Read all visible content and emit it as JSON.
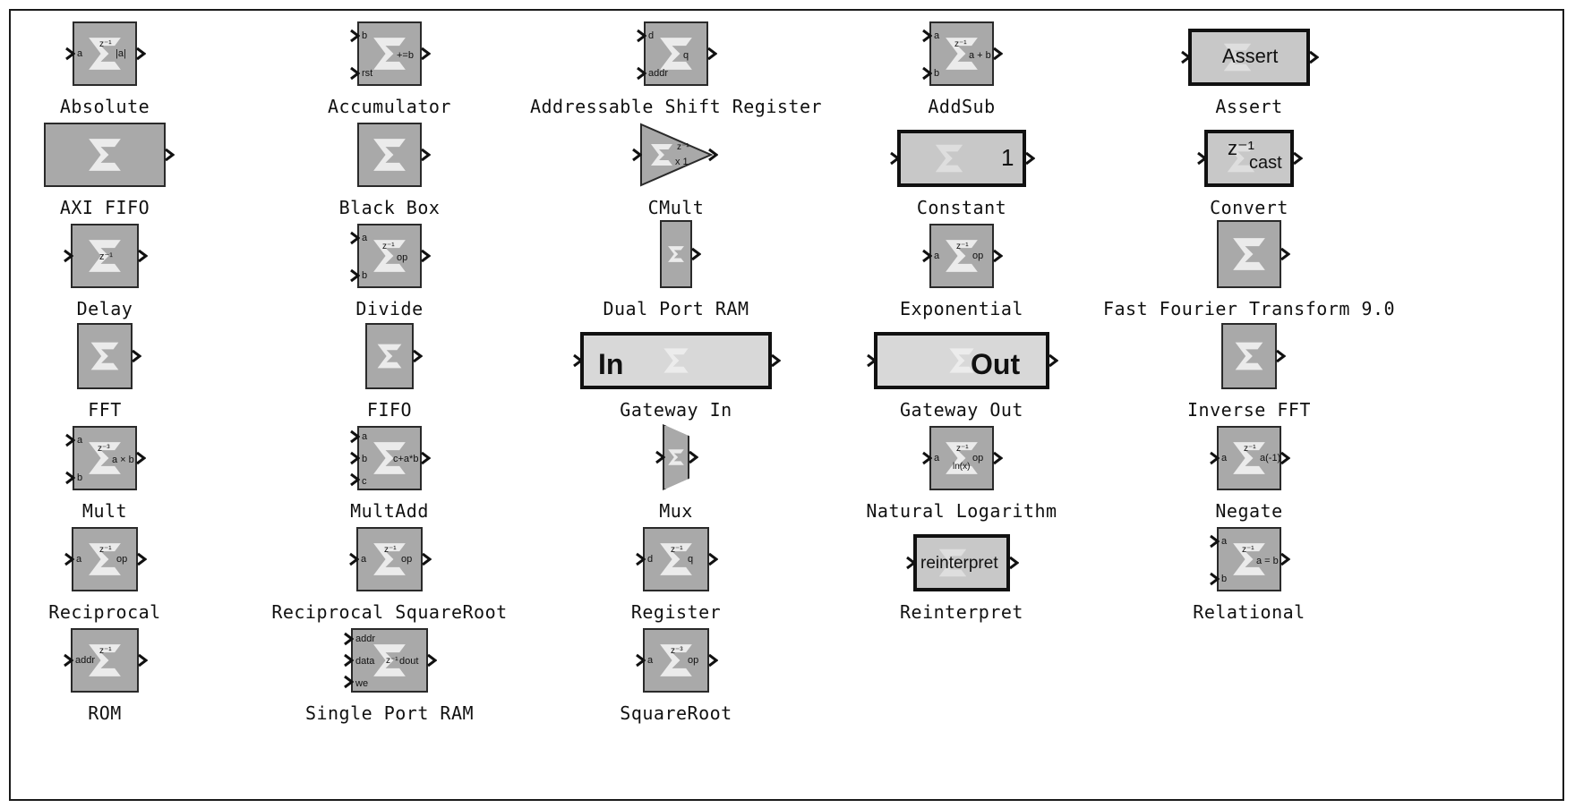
{
  "library": {
    "blocks": [
      {
        "name": "Absolute"
      },
      {
        "name": "Accumulator"
      },
      {
        "name": "Addressable Shift Register"
      },
      {
        "name": "AddSub"
      },
      {
        "name": "Assert"
      },
      {
        "name": "AXI FIFO"
      },
      {
        "name": "Black Box"
      },
      {
        "name": "CMult"
      },
      {
        "name": "Constant"
      },
      {
        "name": "Convert"
      },
      {
        "name": "Delay"
      },
      {
        "name": "Divide"
      },
      {
        "name": "Dual Port RAM"
      },
      {
        "name": "Exponential"
      },
      {
        "name": "Fast Fourier Transform 9.0"
      },
      {
        "name": "FFT"
      },
      {
        "name": "FIFO"
      },
      {
        "name": "Gateway In"
      },
      {
        "name": "Gateway Out"
      },
      {
        "name": "Inverse FFT"
      },
      {
        "name": "Mult"
      },
      {
        "name": "MultAdd"
      },
      {
        "name": "Mux"
      },
      {
        "name": "Natural Logarithm"
      },
      {
        "name": "Negate"
      },
      {
        "name": "Reciprocal"
      },
      {
        "name": "Reciprocal SquareRoot"
      },
      {
        "name": "Register"
      },
      {
        "name": "Reinterpret"
      },
      {
        "name": "Relational"
      },
      {
        "name": "ROM"
      },
      {
        "name": "Single Port RAM"
      },
      {
        "name": "SquareRoot"
      }
    ],
    "glyphs": {
      "absolute": {
        "in": "a",
        "mid": "z⁻¹",
        "out": "|a|"
      },
      "accumulator": {
        "in1": "b",
        "in2": "rst",
        "out": "+=b"
      },
      "shift": {
        "in1": "d",
        "in2": "addr",
        "out": "q"
      },
      "addsub": {
        "in1": "a",
        "in2": "b",
        "mid": "z⁻¹",
        "out": "a + b"
      },
      "assert": {
        "text": "Assert"
      },
      "cmult": {
        "mid": "z⁻¹",
        "out": "x 1"
      },
      "constant": {
        "text": "1"
      },
      "convert": {
        "text": "z⁻¹",
        "sub": "cast"
      },
      "delay": {
        "mid": "z⁻¹"
      },
      "divide": {
        "in1": "a",
        "in2": "b",
        "mid": "z⁻¹",
        "out": "op"
      },
      "exponential": {
        "in": "a",
        "mid": "z⁻¹",
        "out": "op"
      },
      "gatewayin": {
        "text": "In"
      },
      "gatewayout": {
        "text": "Out"
      },
      "mult": {
        "in1": "a",
        "in2": "b",
        "mid": "z⁻³",
        "out": "a × b"
      },
      "multadd": {
        "in1": "a",
        "in2": "b",
        "in3": "c",
        "out": "c+a*b"
      },
      "natlog": {
        "in": "a",
        "mid": "z⁻¹",
        "out": "op",
        "sub": "ln(x)"
      },
      "negate": {
        "in": "a",
        "mid": "z⁻¹",
        "out": "a(-1)"
      },
      "reciprocal": {
        "in": "a",
        "mid": "z⁻¹",
        "out": "op"
      },
      "recipsqrt": {
        "in": "a",
        "mid": "z⁻¹",
        "out": "op"
      },
      "register": {
        "in": "d",
        "mid": "z⁻¹",
        "out": "q"
      },
      "reinterpret": {
        "text": "reinterpret"
      },
      "relational": {
        "in1": "a",
        "in2": "b",
        "mid": "z⁻¹",
        "out": "a = b"
      },
      "rom": {
        "in": "addr",
        "mid": "z⁻¹"
      },
      "sport": {
        "in1": "addr",
        "in2": "data",
        "in3": "we",
        "mid": "z⁻¹",
        "out": "dout"
      },
      "sqrt": {
        "in": "a",
        "mid": "z⁻³",
        "out": "op"
      }
    }
  },
  "colors": {
    "block_fill": "#a9a9a9",
    "border": "#2a2a2a",
    "sigma": "#f2f2f2"
  }
}
